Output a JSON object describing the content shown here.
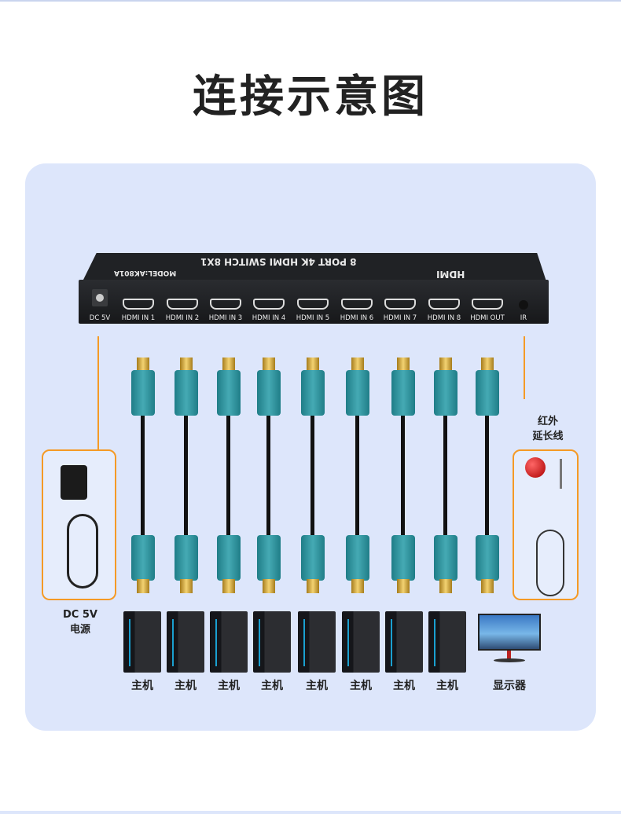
{
  "title": "连接示意图",
  "device": {
    "name_line1": "8 PORT 4K HDMI SWITCH 8X1",
    "model": "MODEL:AK801A",
    "logo": "HDMI",
    "ports": [
      "DC 5V",
      "HDMI IN 1",
      "HDMI IN 2",
      "HDMI IN 3",
      "HDMI IN 4",
      "HDMI IN 5",
      "HDMI IN 6",
      "HDMI IN 7",
      "HDMI IN 8",
      "HDMI OUT",
      "IR"
    ]
  },
  "power": {
    "label_line1": "DC 5V",
    "label_line2": "电源"
  },
  "ir_ext": {
    "label_line1": "红外",
    "label_line2": "延长线"
  },
  "sources": [
    "主机",
    "主机",
    "主机",
    "主机",
    "主机",
    "主机",
    "主机",
    "主机"
  ],
  "display": "显示器",
  "colors": {
    "accent": "#f59a25",
    "panel": "#dde6fb",
    "cable": "#2e96a0"
  }
}
